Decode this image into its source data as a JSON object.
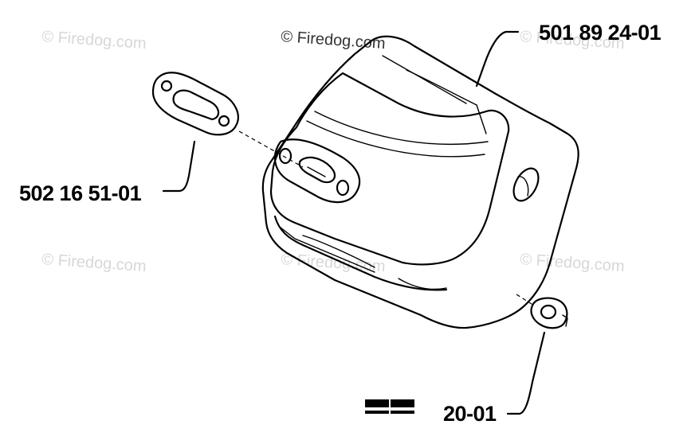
{
  "watermark": {
    "text": "© Firedog.com"
  },
  "parts": {
    "muffler": "501 89 24-01",
    "gasket": "502 16 51-01",
    "nut": "20-01"
  }
}
